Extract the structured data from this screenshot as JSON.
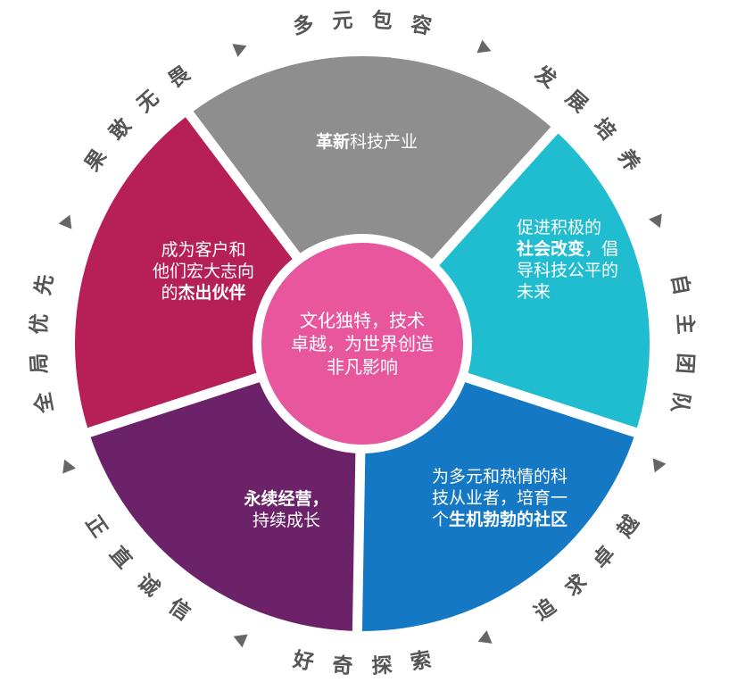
{
  "colors": {
    "background": "#ffffff",
    "ring_text": "#555555",
    "triangle": "#666666",
    "divider": "#ffffff"
  },
  "center": {
    "color": "#e8579e",
    "lines": [
      [
        {
          "text": "文化独特，技术",
          "bold": false
        }
      ],
      [
        {
          "text": "卓越，为世界创造",
          "bold": false
        }
      ],
      [
        {
          "text": "非凡影响",
          "bold": false
        }
      ]
    ]
  },
  "segments": [
    {
      "name": "segment-top",
      "color": "#20bcd0",
      "lines": [
        [
          {
            "text": "革新",
            "bold": true
          },
          {
            "text": "科技产业",
            "bold": false
          }
        ]
      ]
    },
    {
      "name": "segment-right",
      "color": "#1478c4",
      "lines": [
        [
          {
            "text": "促进积极的",
            "bold": false
          }
        ],
        [
          {
            "text": "社会改变",
            "bold": true
          },
          {
            "text": "，倡",
            "bold": false
          }
        ],
        [
          {
            "text": "导科技公平的",
            "bold": false
          }
        ],
        [
          {
            "text": "未来",
            "bold": false
          }
        ]
      ]
    },
    {
      "name": "segment-bottom-right",
      "color": "#6b2268",
      "lines": [
        [
          {
            "text": "为多元和热情的科",
            "bold": false
          }
        ],
        [
          {
            "text": "技从业者，培育一",
            "bold": false
          }
        ],
        [
          {
            "text": "个",
            "bold": false
          },
          {
            "text": "生机勃勃的社区",
            "bold": true
          }
        ]
      ]
    },
    {
      "name": "segment-bottom-left",
      "color": "#b62057",
      "lines": [
        [
          {
            "text": "永续经营，",
            "bold": true
          }
        ],
        [
          {
            "text": "持续成长",
            "bold": false
          }
        ]
      ]
    },
    {
      "name": "segment-left",
      "color": "#8e8e8e",
      "lines": [
        [
          {
            "text": "成为客户和",
            "bold": false
          }
        ],
        [
          {
            "text": "他们宏大志向",
            "bold": false
          }
        ],
        [
          {
            "text": "的",
            "bold": false
          },
          {
            "text": "杰出伙伴",
            "bold": true
          }
        ]
      ]
    }
  ],
  "values": [
    {
      "name": "value-duoyuan-baorong",
      "text": "多元包容"
    },
    {
      "name": "value-fazhan-peiyang",
      "text": "发展培养"
    },
    {
      "name": "value-zizhu-tuandui",
      "text": "自主团队"
    },
    {
      "name": "value-zhuiqiu-zhuoyue",
      "text": "追求卓越"
    },
    {
      "name": "value-haoqi-tansuo",
      "text": "好奇探索"
    },
    {
      "name": "value-zhengzhi-chengxin",
      "text": "正直诚信"
    },
    {
      "name": "value-quanju-youxian",
      "text": "全局优先"
    },
    {
      "name": "value-guogan-wuwei",
      "text": "果敢无畏"
    }
  ]
}
